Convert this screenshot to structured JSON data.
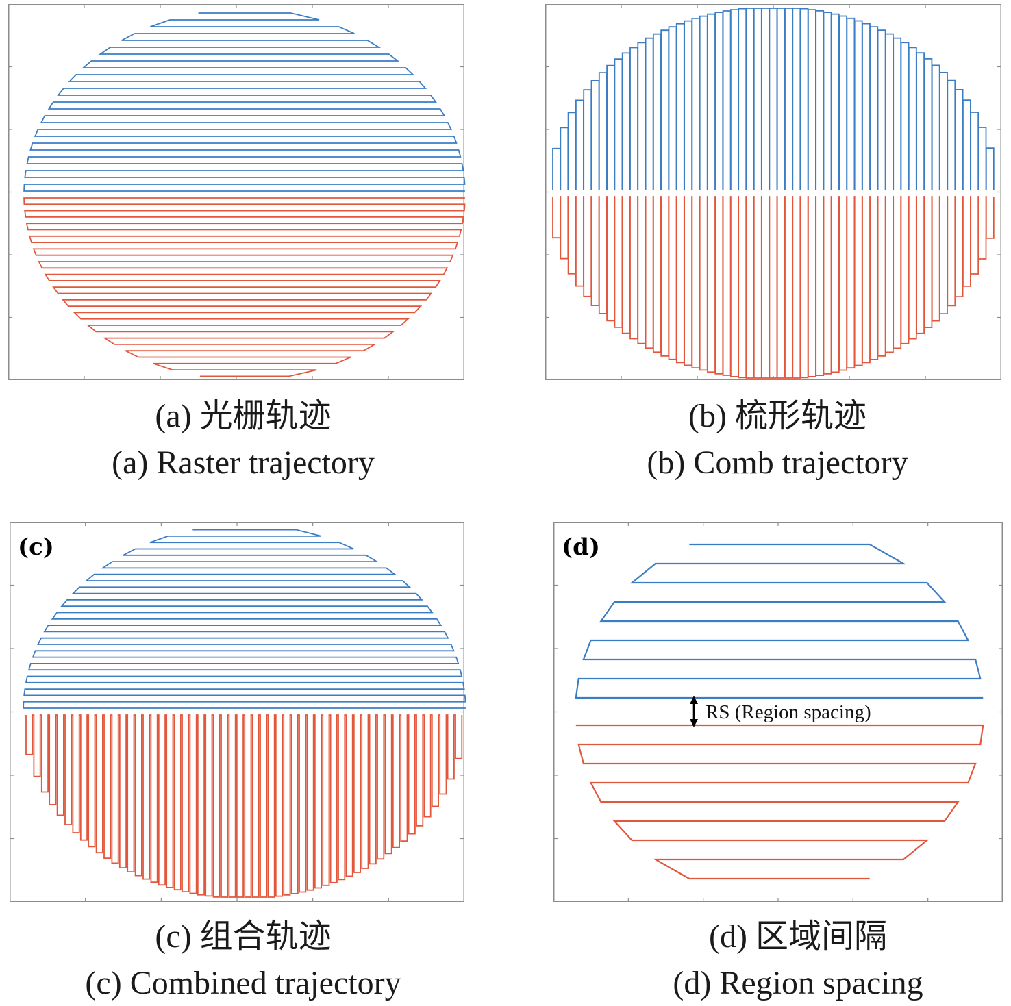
{
  "colors": {
    "upper": "#3b7dc4",
    "lower": "#e2573c",
    "frame": "#8c8c8c"
  },
  "panels": [
    {
      "id": "a",
      "tag": "",
      "caption_cn": "(a) 光栅轨迹",
      "caption_en": "(a) Raster trajectory",
      "upper": {
        "pattern": "raster"
      },
      "lower": {
        "pattern": "raster"
      }
    },
    {
      "id": "b",
      "tag": "",
      "caption_cn": "(b) 梳形轨迹",
      "caption_en": "(b) Comb trajectory",
      "upper": {
        "pattern": "comb"
      },
      "lower": {
        "pattern": "comb"
      }
    },
    {
      "id": "c",
      "tag": "(c)",
      "caption_cn": "(c) 组合轨迹",
      "caption_en": "(c) Combined trajectory",
      "upper": {
        "pattern": "raster"
      },
      "lower": {
        "pattern": "comb"
      }
    },
    {
      "id": "d",
      "tag": "(d)",
      "caption_cn": "(d) 区域间隔",
      "caption_en": "(d) Region spacing",
      "upper": {
        "pattern": "raster"
      },
      "lower": {
        "pattern": "raster"
      },
      "annotation": "RS (Region spacing)"
    }
  ]
}
